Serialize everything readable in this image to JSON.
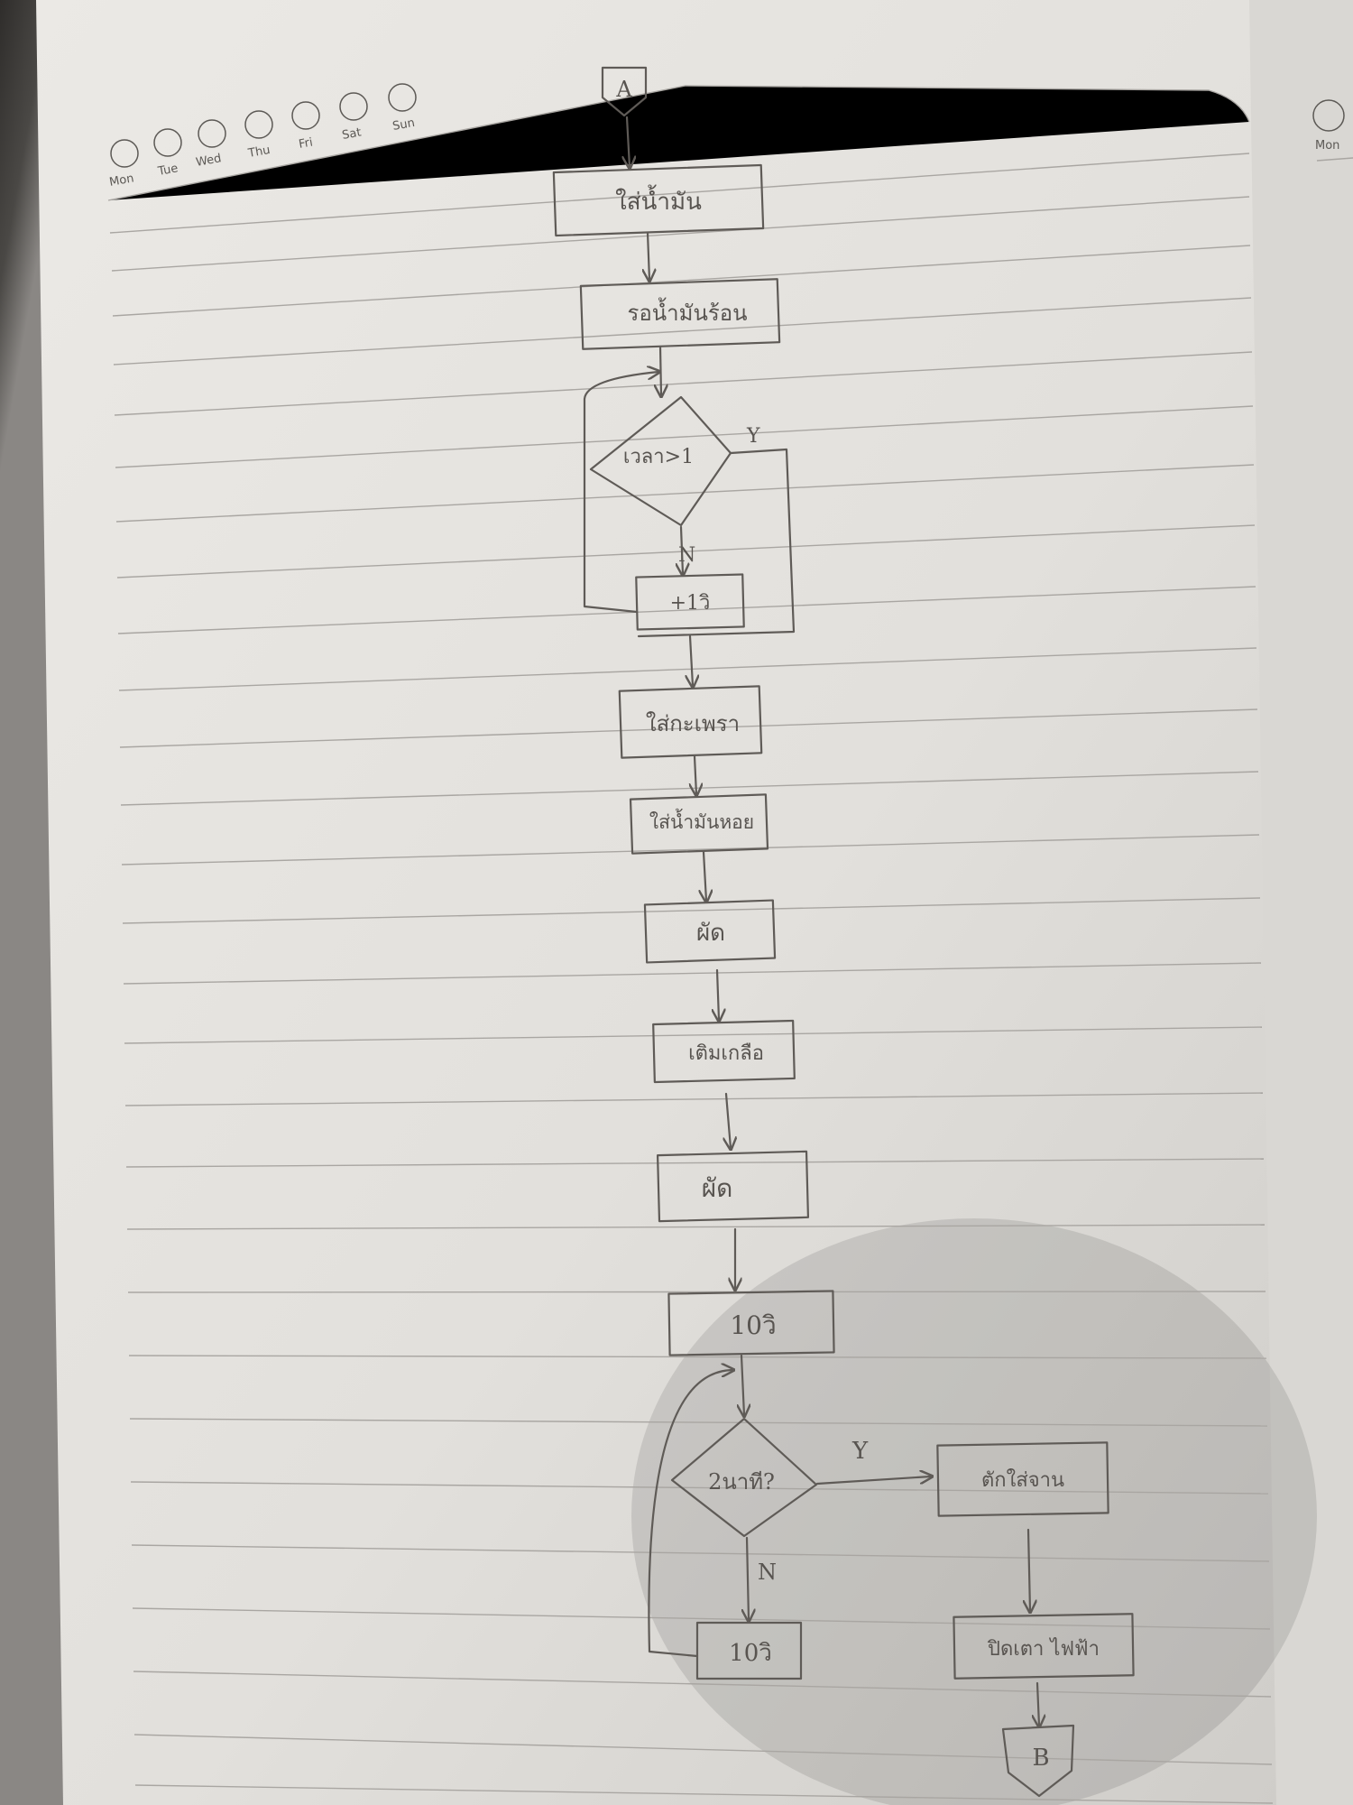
{
  "calendar": {
    "days": [
      "Mon",
      "Tue",
      "Wed",
      "Thu",
      "Fri",
      "Sat",
      "Sun"
    ],
    "next_page_day": "Mon"
  },
  "flowchart": {
    "start_connector": "A",
    "end_connector": "B",
    "steps": {
      "s1": "ใส่น้ำมัน",
      "s2": "รอน้ำมันร้อน",
      "d1": "เวลา>1",
      "d1_yes": "Y",
      "d1_no": "N",
      "s3": "+1วิ",
      "s4": "ใส่กะเพรา",
      "s5": "ใส่น้ำมันหอย",
      "s6": "ผัด",
      "s7": "เติมเกลือ",
      "s8": "ผัด",
      "s9": "10วิ",
      "d2": "2นาที?",
      "d2_yes": "Y",
      "d2_no": "N",
      "s10": "10วิ",
      "s11": "ตักใส่จาน",
      "s12": "ปิดเตา ไฟฟ้า"
    }
  },
  "colors": {
    "paper": "#e6e4e0",
    "pencil": "#5f5b57",
    "rule": "#a9a6a2",
    "background": "#3a3836"
  }
}
